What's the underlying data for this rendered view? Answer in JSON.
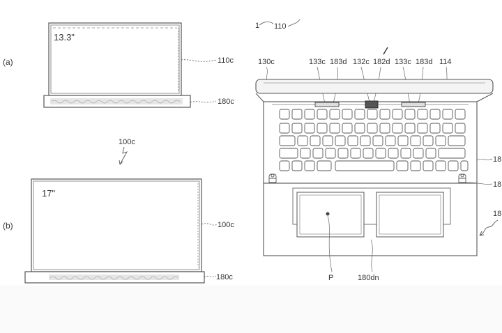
{
  "figure_a": {
    "panel_label": "(a)",
    "screen_size": "13.3\"",
    "display_ref": "110c",
    "base_ref": "180c"
  },
  "figure_b": {
    "panel_label": "(b)",
    "device_ref": "100c",
    "screen_size": "17\"",
    "display_ref": "100c",
    "base_ref": "180c"
  },
  "figure_c": {
    "top_ref_1": "1",
    "top_ref_2": "110",
    "hinge_bar_ref": "130c",
    "callouts": [
      "133c",
      "183d",
      "132c",
      "182d",
      "133c",
      "183d",
      "114"
    ],
    "keyboard_ref": "18",
    "hinge_ref": "18",
    "arrow_ref": "18",
    "palmrest_ref": "P",
    "lower_ref": "180dn"
  }
}
